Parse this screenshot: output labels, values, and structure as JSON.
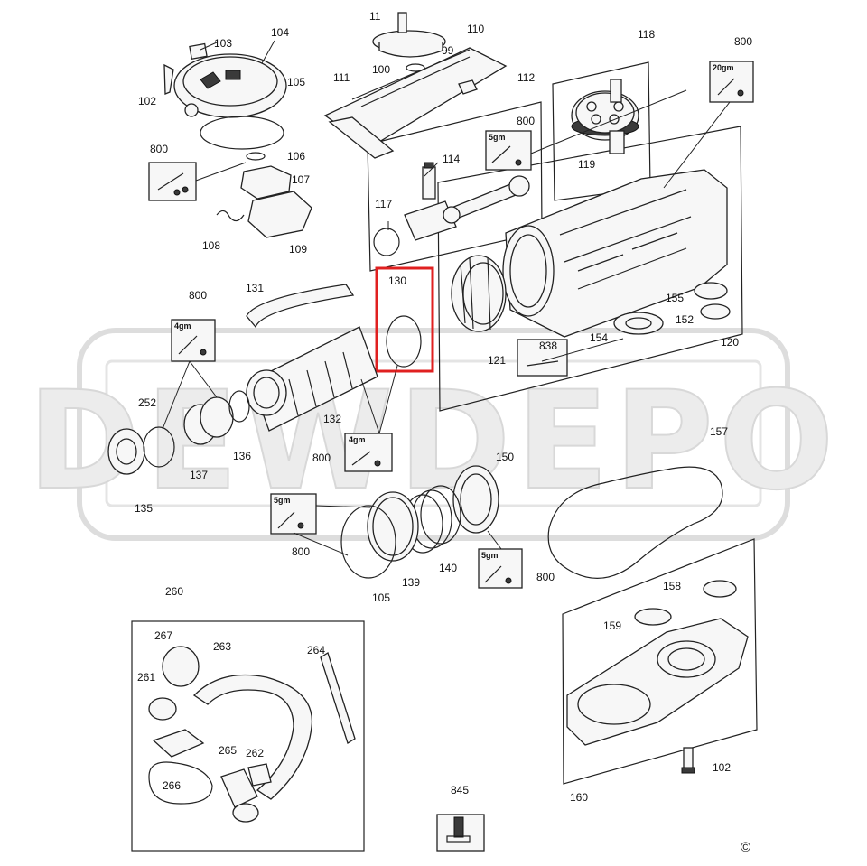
{
  "watermark": "DEWDEPO",
  "copyright": "©",
  "highlight_color": "#e02020",
  "parts": {
    "p11": "11",
    "p110": "110",
    "p99": "99",
    "p100": "100",
    "p111": "111",
    "p112": "112",
    "p118": "118",
    "p103": "103",
    "p104": "104",
    "p102a": "102",
    "p105a": "105",
    "p800a": "800",
    "p106": "106",
    "p107": "107",
    "p108": "108",
    "p109": "109",
    "p800b": "800",
    "p114": "114",
    "p117": "117",
    "p800c": "800",
    "p119": "119",
    "p130": "130",
    "p131": "131",
    "p800d": "800",
    "p155": "155",
    "p152": "152",
    "p120": "120",
    "p154": "154",
    "p838": "838",
    "p121": "121",
    "p252": "252",
    "p132": "132",
    "p136": "136",
    "p137": "137",
    "p135": "135",
    "p800e": "800",
    "p150": "150",
    "p157": "157",
    "p800f": "800",
    "p139": "139",
    "p140": "140",
    "p105b": "105",
    "p800g": "800",
    "p260": "260",
    "p267": "267",
    "p263": "263",
    "p264": "264",
    "p261": "261",
    "p265": "265",
    "p262": "262",
    "p266": "266",
    "p158": "158",
    "p159": "159",
    "p102b": "102",
    "p160": "160",
    "p845": "845"
  },
  "grease": {
    "g20": "20gm",
    "g5a": "5gm",
    "g4a": "4gm",
    "g4b": "4gm",
    "g5b": "5gm",
    "g5c": "5gm"
  }
}
